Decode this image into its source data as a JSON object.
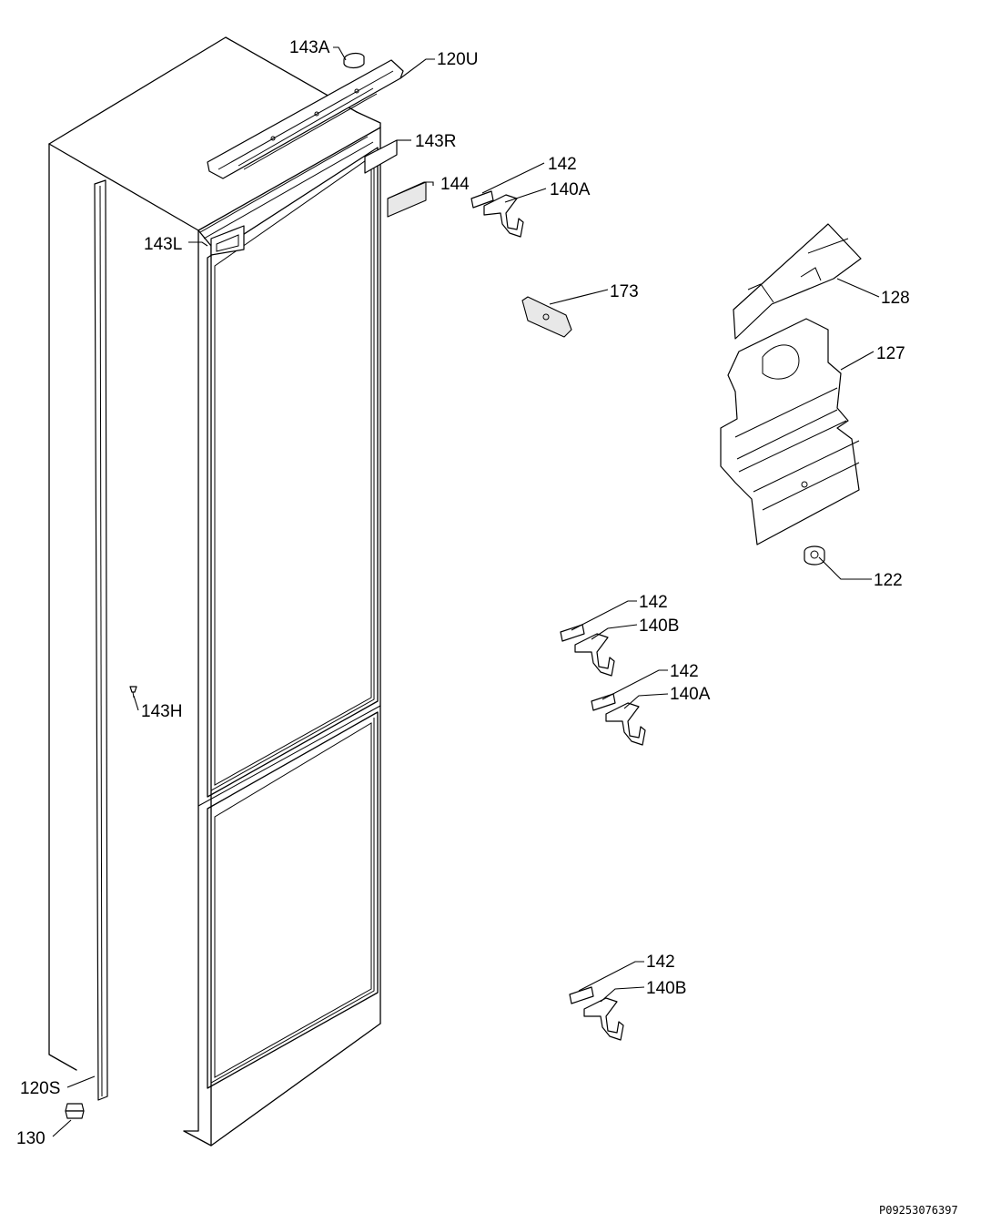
{
  "labels": {
    "l143A": "143A",
    "l120U": "120U",
    "l143R": "143R",
    "l142_a": "142",
    "l144": "144",
    "l140A_a": "140A",
    "l143L": "143L",
    "l173": "173",
    "l128": "128",
    "l127": "127",
    "l122": "122",
    "l142_b": "142",
    "l140B_a": "140B",
    "l142_c": "142",
    "l140A_b": "140A",
    "l143H": "143H",
    "l142_d": "142",
    "l140B_b": "140B",
    "l120S": "120S",
    "l130": "130"
  },
  "document_code": "P09253076397"
}
